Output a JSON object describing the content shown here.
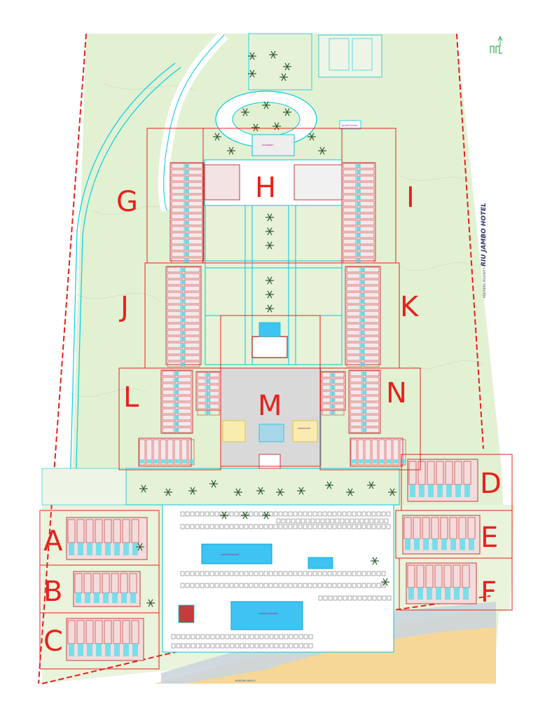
{
  "colors": {
    "boundary": "#e8211c",
    "zone_frame": "#e8211c",
    "zone_letter": "#e8211c",
    "cyan_line": "#00d8e8",
    "greenery": "#dff0cf",
    "pool": "#3ec3f2",
    "sand": "#f7d89a",
    "beach_rock": "#c9d3db",
    "room_unit": "#c53c3c",
    "room_cyan": "#4fe0ef",
    "palm": "#2d5a2d",
    "paving": "#d6d6d6"
  },
  "zones": [
    {
      "id": "G",
      "label": "G"
    },
    {
      "id": "H",
      "label": "H"
    },
    {
      "id": "I",
      "label": "I"
    },
    {
      "id": "J",
      "label": "J"
    },
    {
      "id": "K",
      "label": "K"
    },
    {
      "id": "L",
      "label": "L"
    },
    {
      "id": "M",
      "label": "M"
    },
    {
      "id": "N",
      "label": "N"
    },
    {
      "id": "D",
      "label": "D"
    },
    {
      "id": "E",
      "label": "E"
    },
    {
      "id": "F",
      "label": "F"
    },
    {
      "id": "A",
      "label": "A"
    },
    {
      "id": "B",
      "label": "B"
    },
    {
      "id": "C",
      "label": "C"
    }
  ],
  "side_label": {
    "title": "RIU JAMBO HOTEL",
    "subtitle": "ADJOINING PROPERTY"
  },
  "beach_label": "KENDWA BEACH",
  "pool_labels": [
    "swimming pool",
    "swimming pool"
  ],
  "building_labels": {
    "guard_house": "guard house",
    "reception": "reception",
    "restaurant": "restaurant"
  },
  "north_arrow_icon": "north-arrow-icon"
}
